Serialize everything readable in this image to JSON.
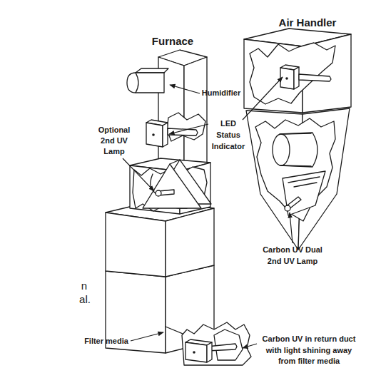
{
  "diagram": {
    "labels": [
      "Furnace",
      "Air Handler",
      "Humidifier",
      "Optional 2nd UV Lamp",
      "LED Status Indicator",
      "Carbon UV Dual 2nd UV Lamp",
      "n",
      "al.",
      "Filter media",
      "Carbon UV in return duct with light shining away from filter media"
    ]
  }
}
